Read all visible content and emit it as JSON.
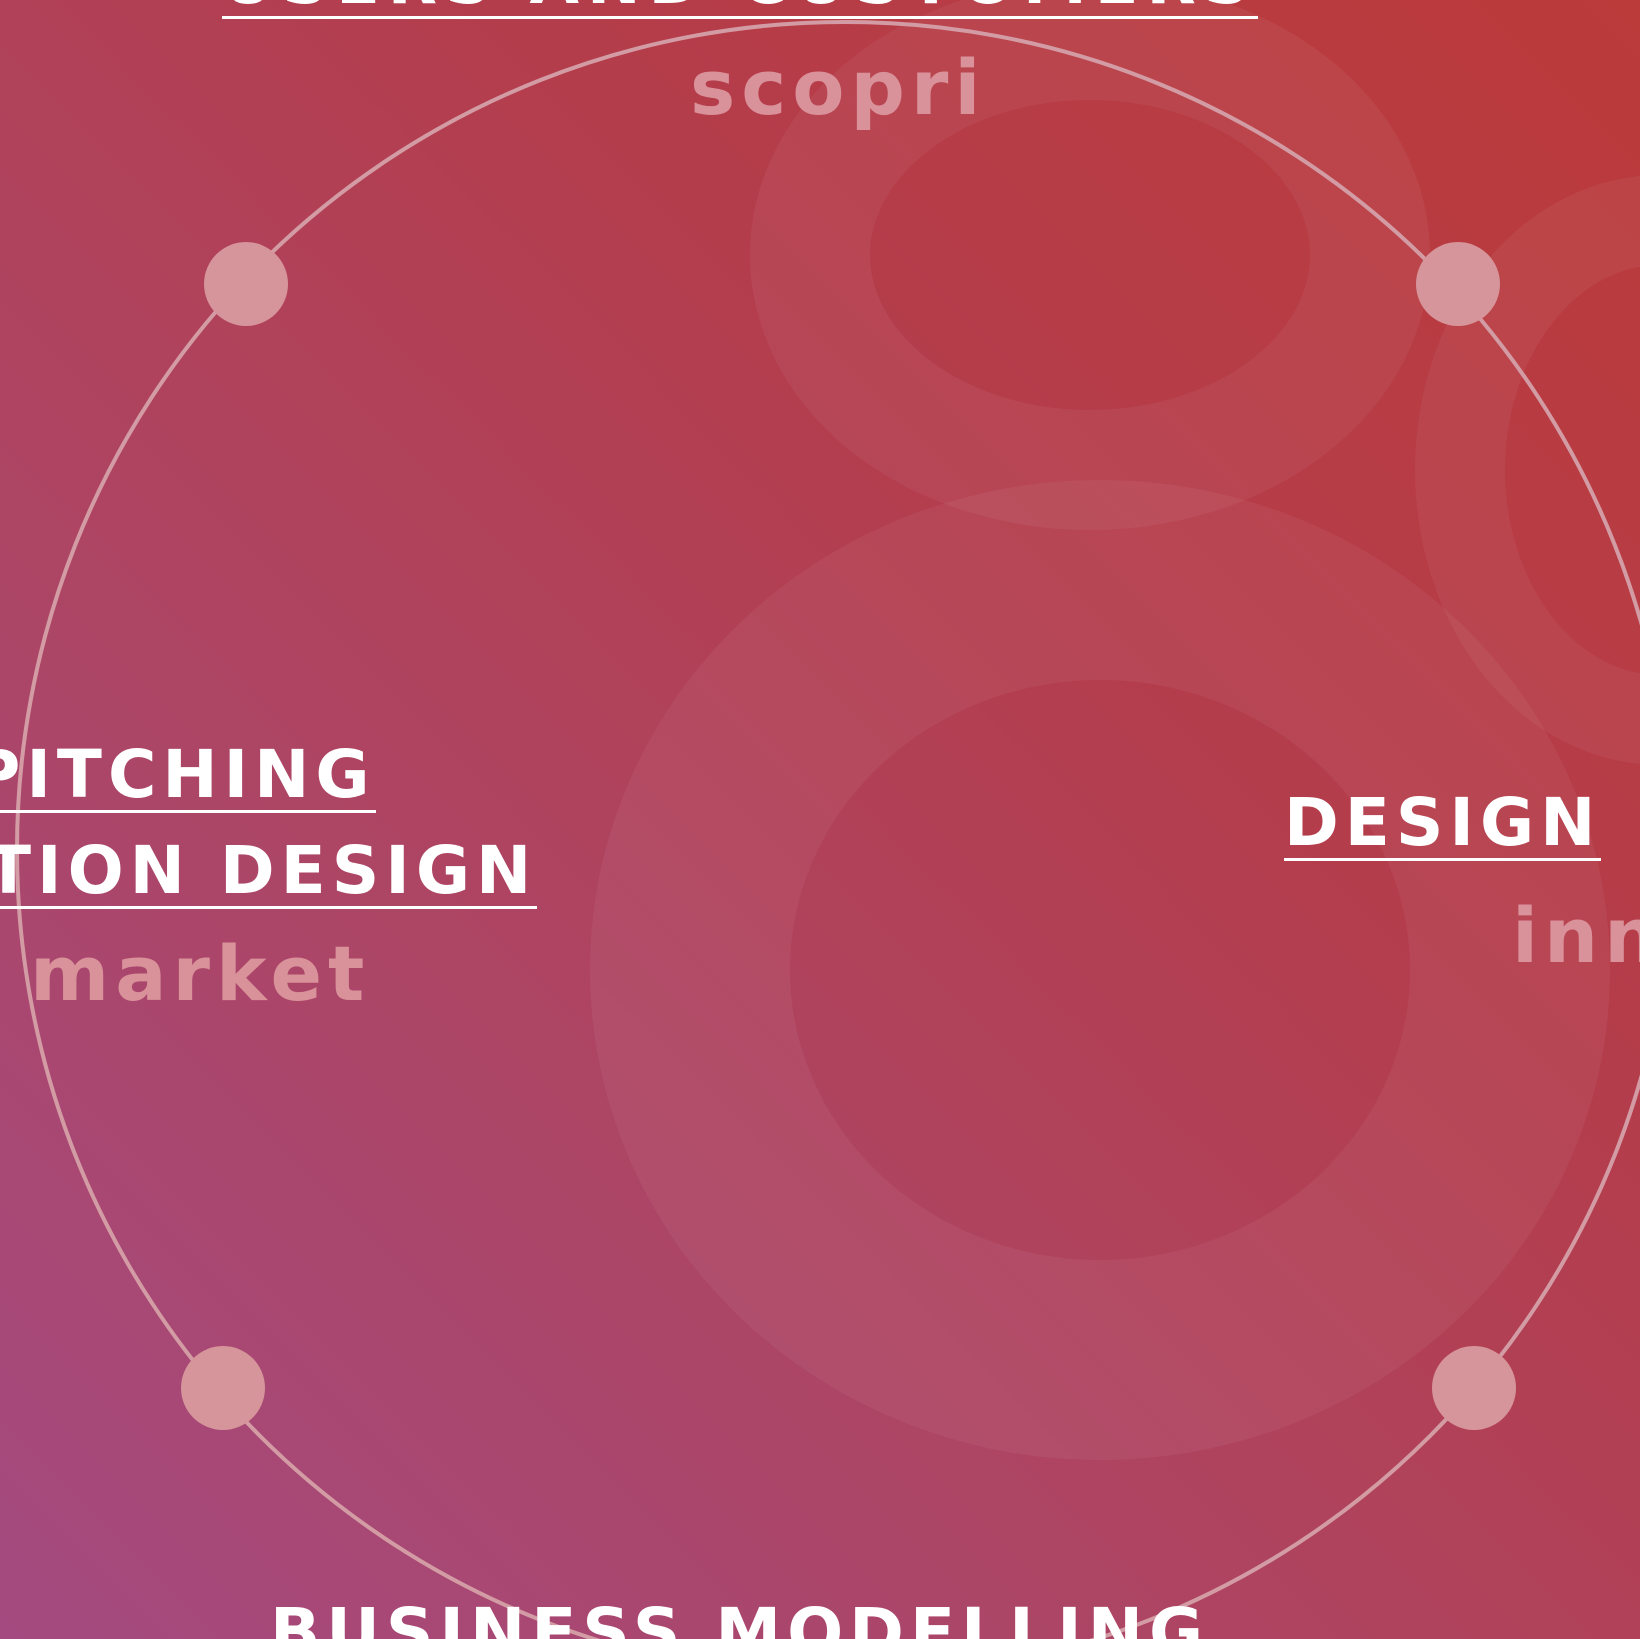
{
  "colors": {
    "accent_light": "#d6959a",
    "ring": "#d39ca4",
    "text": "#ffffff"
  },
  "labels": {
    "top": "USERS AND CUSTOMERS",
    "top_sub": "scopri",
    "left_line1": "PITCHING",
    "left_line2": "TION DESIGN",
    "left_sub": "market",
    "right": "DESIGN",
    "right_sub": "inn",
    "bottom": "BUSINESS MODELLING"
  }
}
